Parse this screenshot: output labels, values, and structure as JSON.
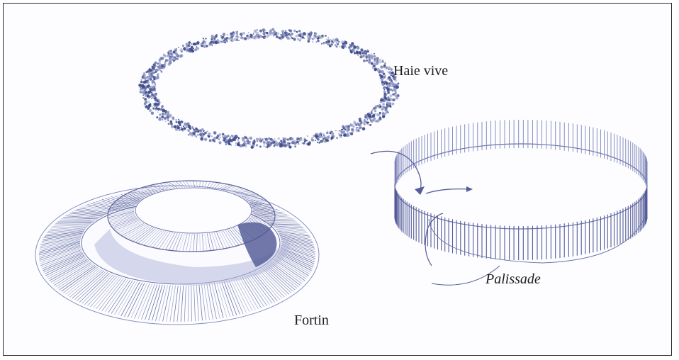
{
  "labels": {
    "hedge": "Haie vive",
    "palisade": "Palissade",
    "fort": "Fortin"
  },
  "colors": {
    "ink": "#4a5596",
    "hedge_dark": "#3d4a8a",
    "hedge_light": "#8f97c4",
    "text": "#1c1c1c"
  }
}
